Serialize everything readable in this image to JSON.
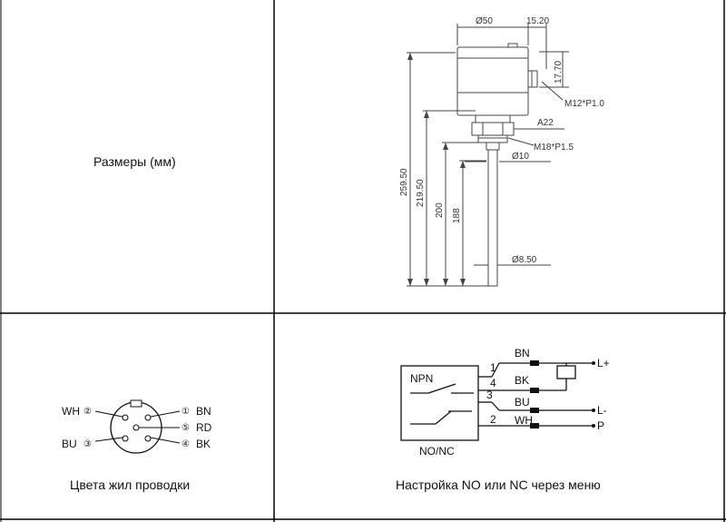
{
  "table": {
    "row1": {
      "left_caption": "Размеры (мм)",
      "drawing": {
        "dims": {
          "housing_diameter": "Ø50",
          "connector_offset": "15.20",
          "connector_height": "17.70",
          "connector_thread": "M12*P1.0",
          "wrench_size": "A22",
          "process_thread": "M18*P1.5",
          "probe_neck_diameter": "Ø10",
          "probe_diameter": "Ø8.50",
          "total_length": "259.50",
          "length_219": "219.50",
          "length_200": "200",
          "length_188": "188"
        }
      }
    },
    "row2": {
      "left": {
        "caption": "Цвета жил проводки",
        "pins": {
          "wh": "WH",
          "bu": "BU",
          "bn": "BN",
          "rd": "RD",
          "bk": "BK",
          "n1": "①",
          "n2": "②",
          "n3": "③",
          "n4": "④",
          "n5": "⑤"
        }
      },
      "right": {
        "caption": "Настройка NO или NC через меню",
        "schematic": {
          "box_top_label": "NPN",
          "box_bottom_label": "NO/NC",
          "w1_num": "1",
          "w1_color": "BN",
          "w1_term": "L+",
          "w4_num": "4",
          "w4_color": "BK",
          "w3_num": "3",
          "w3_color": "BU",
          "w3_term": "L-",
          "w2_num": "2",
          "w2_color": "WH",
          "w2_term": "P"
        }
      }
    }
  }
}
